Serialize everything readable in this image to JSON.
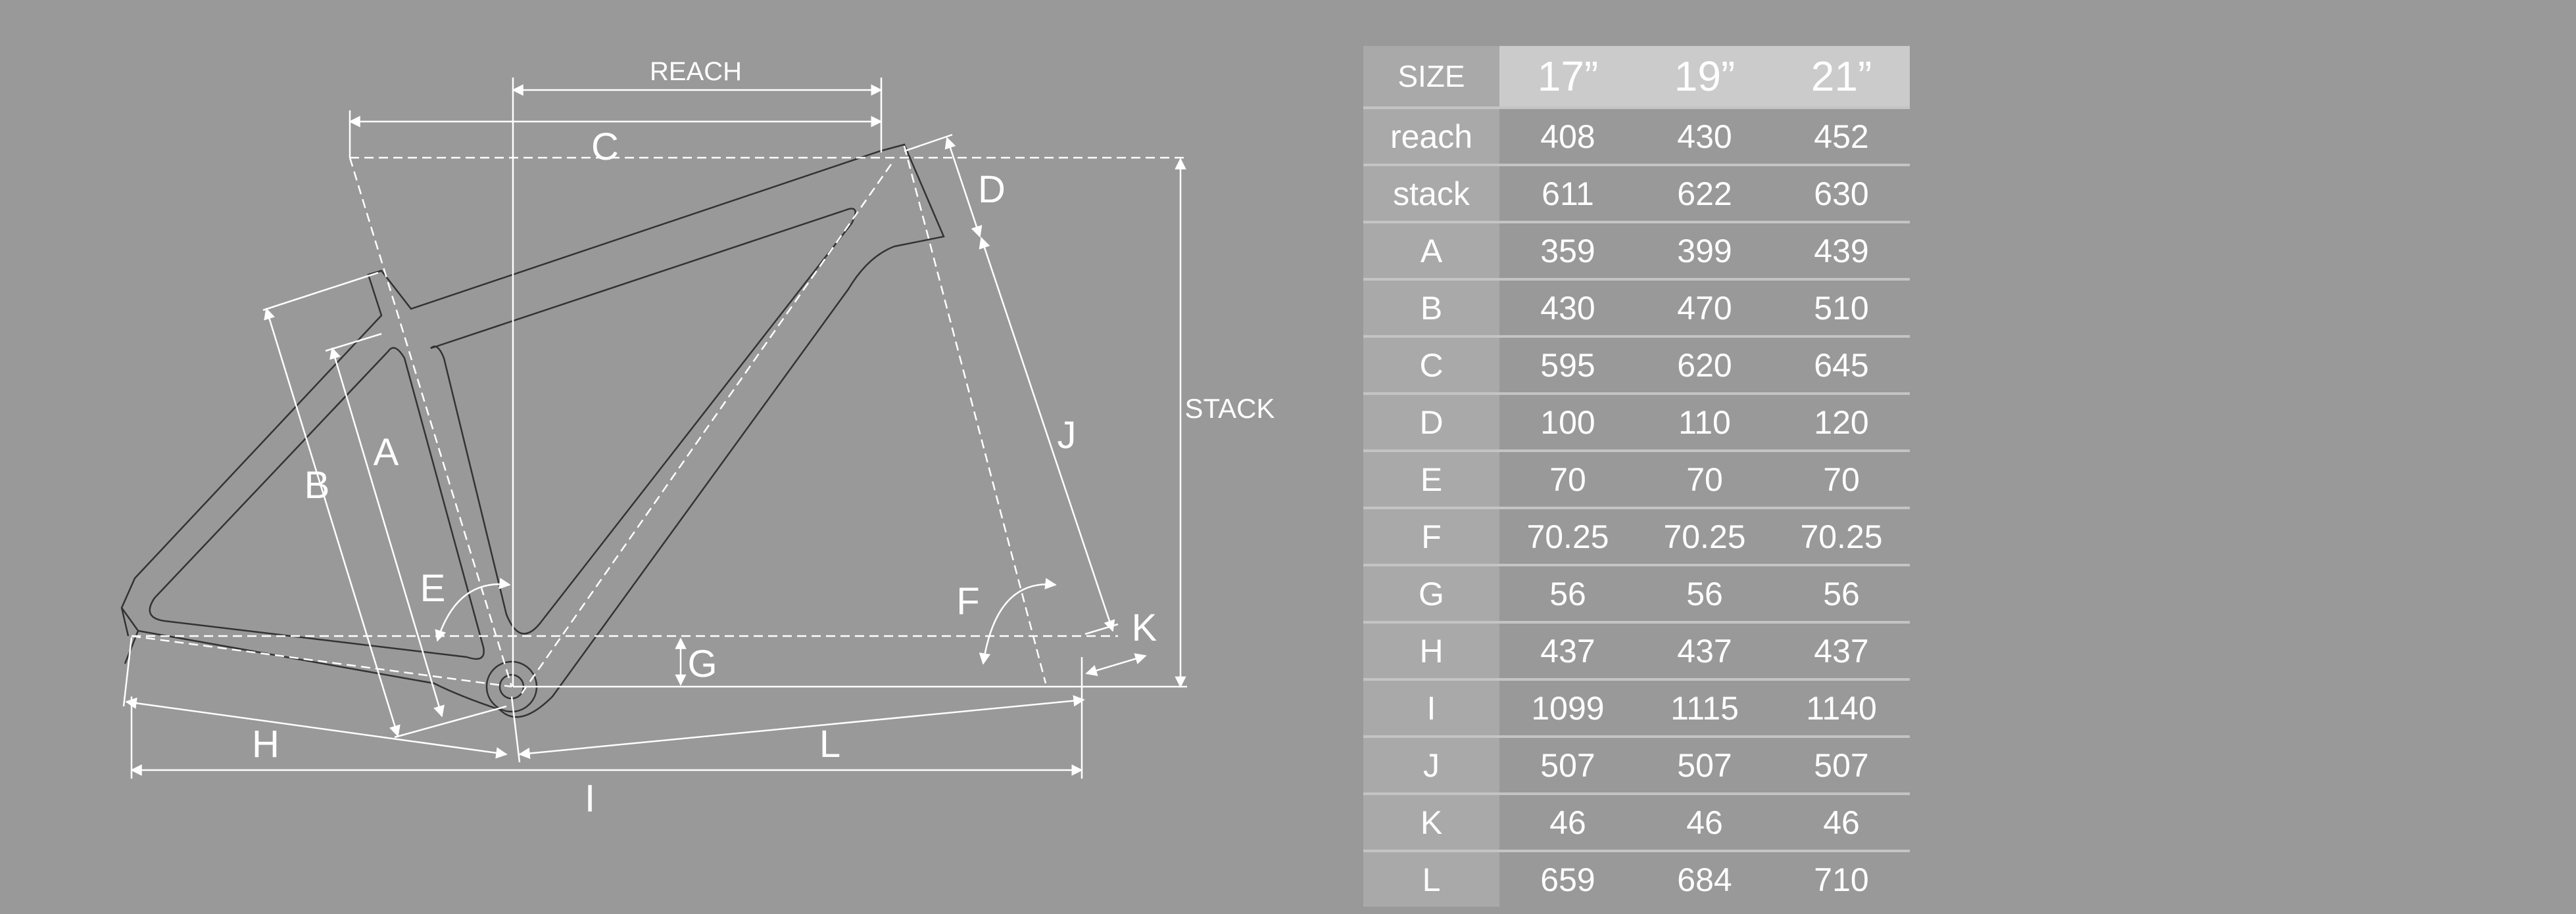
{
  "diagram": {
    "labels": {
      "reach": "REACH",
      "stack": "STACK",
      "a": "A",
      "b": "B",
      "c": "C",
      "d": "D",
      "e": "E",
      "f": "F",
      "g": "G",
      "h": "H",
      "i": "I",
      "j": "J",
      "k": "K",
      "l": "L"
    }
  },
  "table": {
    "size_header": "SIZE",
    "columns": [
      "17”",
      "19”",
      "21”"
    ],
    "rows": [
      {
        "label": "reach",
        "values": [
          "408",
          "430",
          "452"
        ]
      },
      {
        "label": "stack",
        "values": [
          "611",
          "622",
          "630"
        ]
      },
      {
        "label": "A",
        "values": [
          "359",
          "399",
          "439"
        ]
      },
      {
        "label": "B",
        "values": [
          "430",
          "470",
          "510"
        ]
      },
      {
        "label": "C",
        "values": [
          "595",
          "620",
          "645"
        ]
      },
      {
        "label": "D",
        "values": [
          "100",
          "110",
          "120"
        ]
      },
      {
        "label": "E",
        "values": [
          "70",
          "70",
          "70"
        ]
      },
      {
        "label": "F",
        "values": [
          "70.25",
          "70.25",
          "70.25"
        ]
      },
      {
        "label": "G",
        "values": [
          "56",
          "56",
          "56"
        ]
      },
      {
        "label": "H",
        "values": [
          "437",
          "437",
          "437"
        ]
      },
      {
        "label": "I",
        "values": [
          "1099",
          "1115",
          "1140"
        ]
      },
      {
        "label": "J",
        "values": [
          "507",
          "507",
          "507"
        ]
      },
      {
        "label": "K",
        "values": [
          "46",
          "46",
          "46"
        ]
      },
      {
        "label": "L",
        "values": [
          "659",
          "684",
          "710"
        ]
      }
    ]
  },
  "colors": {
    "background": "#999999",
    "line": "#ffffff",
    "frame_outline": "#333333",
    "header_bg": "#cbcbcb",
    "label_col_bg": "#a9a9a9"
  }
}
